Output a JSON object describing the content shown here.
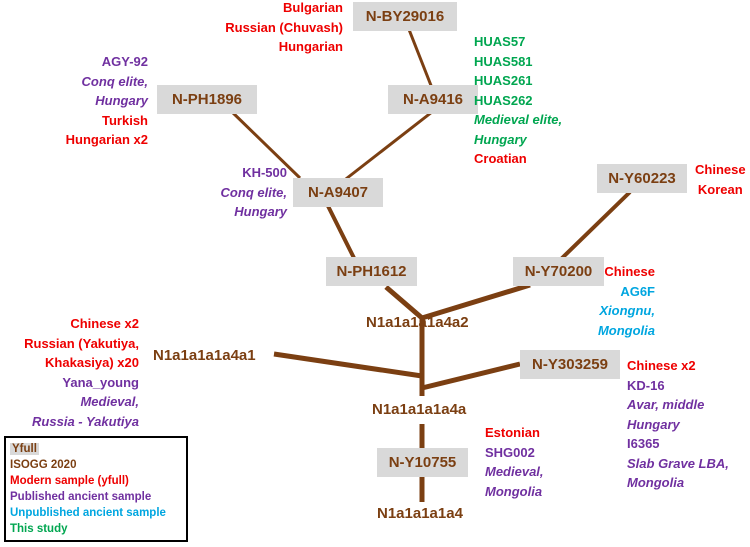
{
  "colors": {
    "branch": "#7b3f12",
    "box": "#d9d9d9",
    "modern": "#ee0000",
    "published": "#7030a0",
    "unpublished": "#00a6e0",
    "this_study": "#00a650"
  },
  "yfull_nodes": {
    "by29016": "N-BY29016",
    "ph1896": "N-PH1896",
    "a9416": "N-A9416",
    "a9407": "N-A9407",
    "y60223": "N-Y60223",
    "ph1612": "N-PH1612",
    "y70200": "N-Y70200",
    "y303259": "N-Y303259",
    "y10755": "N-Y10755"
  },
  "isogg_nodes": {
    "n1a1a1a1a4a2": "N1a1a1a1a4a2",
    "n1a1a1a1a4a1": "N1a1a1a1a4a1",
    "n1a1a1a1a4a": "N1a1a1a1a4a",
    "n1a1a1a1a4": "N1a1a1a1a4"
  },
  "samples": {
    "by29016": [
      "Bulgarian",
      "Russian (Chuvash)",
      "Hungarian"
    ],
    "ph1896": [
      "AGY-92",
      "Conq elite,",
      "Hungary",
      "Turkish",
      "Hungarian x2"
    ],
    "a9416": [
      "HUAS57",
      "HUAS581",
      "HUAS261",
      "HUAS262",
      "Medieval elite,",
      "Hungary",
      "Croatian"
    ],
    "a9407": [
      "KH-500",
      "Conq elite,",
      "Hungary"
    ],
    "y60223": [
      "Chinese",
      "Korean"
    ],
    "y70200": [
      "Chinese",
      "AG6F",
      "Xiongnu,",
      "Mongolia"
    ],
    "n1a1a1a1a4a1": [
      "Chinese x2",
      "Russian (Yakutiya,",
      "Khakasiya) x20",
      "Yana_young",
      "Medieval,",
      "Russia - Yakutiya"
    ],
    "y303259": [
      "Chinese x2",
      "KD-16",
      "Avar, middle",
      "Hungary",
      "I6365",
      "Slab Grave LBA,",
      "Mongolia"
    ],
    "y10755": [
      "Estonian",
      "SHG002",
      "Medieval,",
      "Mongolia"
    ]
  },
  "legend": {
    "yfull": "Yfull",
    "isogg": "ISOGG 2020",
    "modern": "Modern sample (yfull)",
    "published": "Published ancient sample",
    "unpublished": "Unpublished ancient sample",
    "this_study": "This study"
  }
}
